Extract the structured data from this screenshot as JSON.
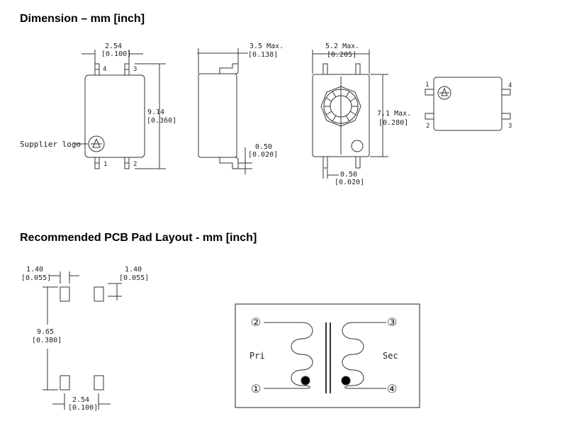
{
  "headings": {
    "dimension": "Dimension – mm [inch]",
    "pcb": "Recommended PCB Pad Layout - mm [inch]"
  },
  "top_view": {
    "pitch": "2.54",
    "pitch_inch": "[0.100]",
    "length": "9.14",
    "length_inch": "[0.360]",
    "supplier_logo": "Supplier logo",
    "pins": [
      "1",
      "2",
      "3",
      "4"
    ]
  },
  "side_view": {
    "height": "3.5 Max.",
    "height_inch": "[0.138]",
    "lead": "0.50",
    "lead_inch": "[0.020]"
  },
  "bottom_view": {
    "width": "5.2 Max.",
    "width_inch": "[0.205]",
    "length": "7.1 Max.",
    "length_inch": "[0.280]",
    "lead": "0.50",
    "lead_inch": "[0.020]"
  },
  "end_view": {
    "pins": [
      "1",
      "2",
      "4",
      "3"
    ]
  },
  "pad_layout": {
    "pad_left": "1.40",
    "pad_left_inch": "[0.055]",
    "pad_right": "1.40",
    "pad_right_inch": "[0.055]",
    "span": "9.65",
    "span_inch": "[0.380]",
    "pitch": "2.54",
    "pitch_inch": "[0.100]"
  },
  "schematic": {
    "pri": "Pri",
    "sec": "Sec",
    "pins": [
      "②",
      "③",
      "①",
      "④"
    ]
  }
}
